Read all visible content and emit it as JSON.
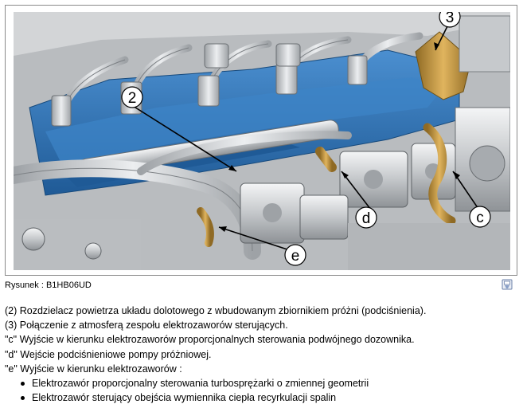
{
  "figure": {
    "callouts": [
      "2",
      "3",
      "c",
      "d",
      "e"
    ],
    "caption_prefix": "Rysunek : ",
    "caption_code": "B1HB06UD",
    "print_icon": "printer-icon"
  },
  "legend": {
    "items": [
      "(2) Rozdzielacz powietrza układu dolotowego z wbudowanym zbiornikiem próżni (podciśnienia).",
      "(3) Połączenie z atmosferą zespołu elektrozaworów sterujących.",
      "\"c\" Wyjście w kierunku elektrozaworów proporcjonalnych sterowania podwójnego dozownika.",
      "\"d\" Wejście podciśnieniowe pompy próżniowej.",
      "\"e\" Wyjście w kierunku elektrozaworów :"
    ],
    "bullets": [
      "Elektrozawór proporcjonalny sterowania turbosprężarki o zmiennej geometrii",
      "Elektrozawór sterujący obejścia wymiennika ciepła recyrkulacji spalin"
    ]
  },
  "colors": {
    "engine_blue": "#2f73b6",
    "metal_silver": "#c9cbcd",
    "hose_brass": "#c0963e"
  }
}
